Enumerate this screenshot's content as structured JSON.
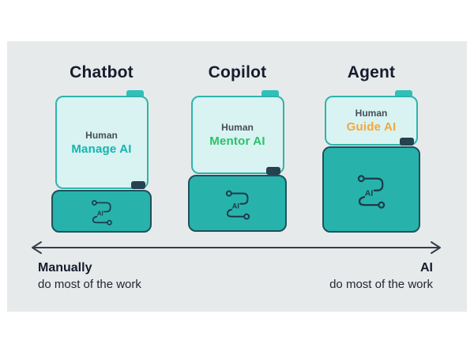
{
  "cards": [
    {
      "title": "Chatbot",
      "human_label": "Human",
      "role_label": "Manage AI",
      "accent": "#12b5b1",
      "ai_icon_label": "AI"
    },
    {
      "title": "Copilot",
      "human_label": "Human",
      "role_label": "Mentor AI",
      "accent": "#28c366",
      "ai_icon_label": "AI"
    },
    {
      "title": "Agent",
      "human_label": "Human",
      "role_label": "Guide AI",
      "accent": "#f4a73c",
      "ai_icon_label": "AI"
    }
  ],
  "axis": {
    "left_title": "Manually",
    "left_subtitle": "do most of the work",
    "right_title": "AI",
    "right_subtitle": "do most of the work"
  },
  "colors": {
    "panel_bg": "#e7eaeb",
    "human_box_fill": "#d8f3f1",
    "human_box_border": "#30b4ac",
    "ai_box_fill": "#27b3ab",
    "ai_box_border": "#1e515c",
    "title_text": "#161c2e",
    "arrow": "#363d4b"
  },
  "icons": {
    "ai_box_icon": "ai-route-icon",
    "axis_icon": "double-headed-arrow"
  }
}
